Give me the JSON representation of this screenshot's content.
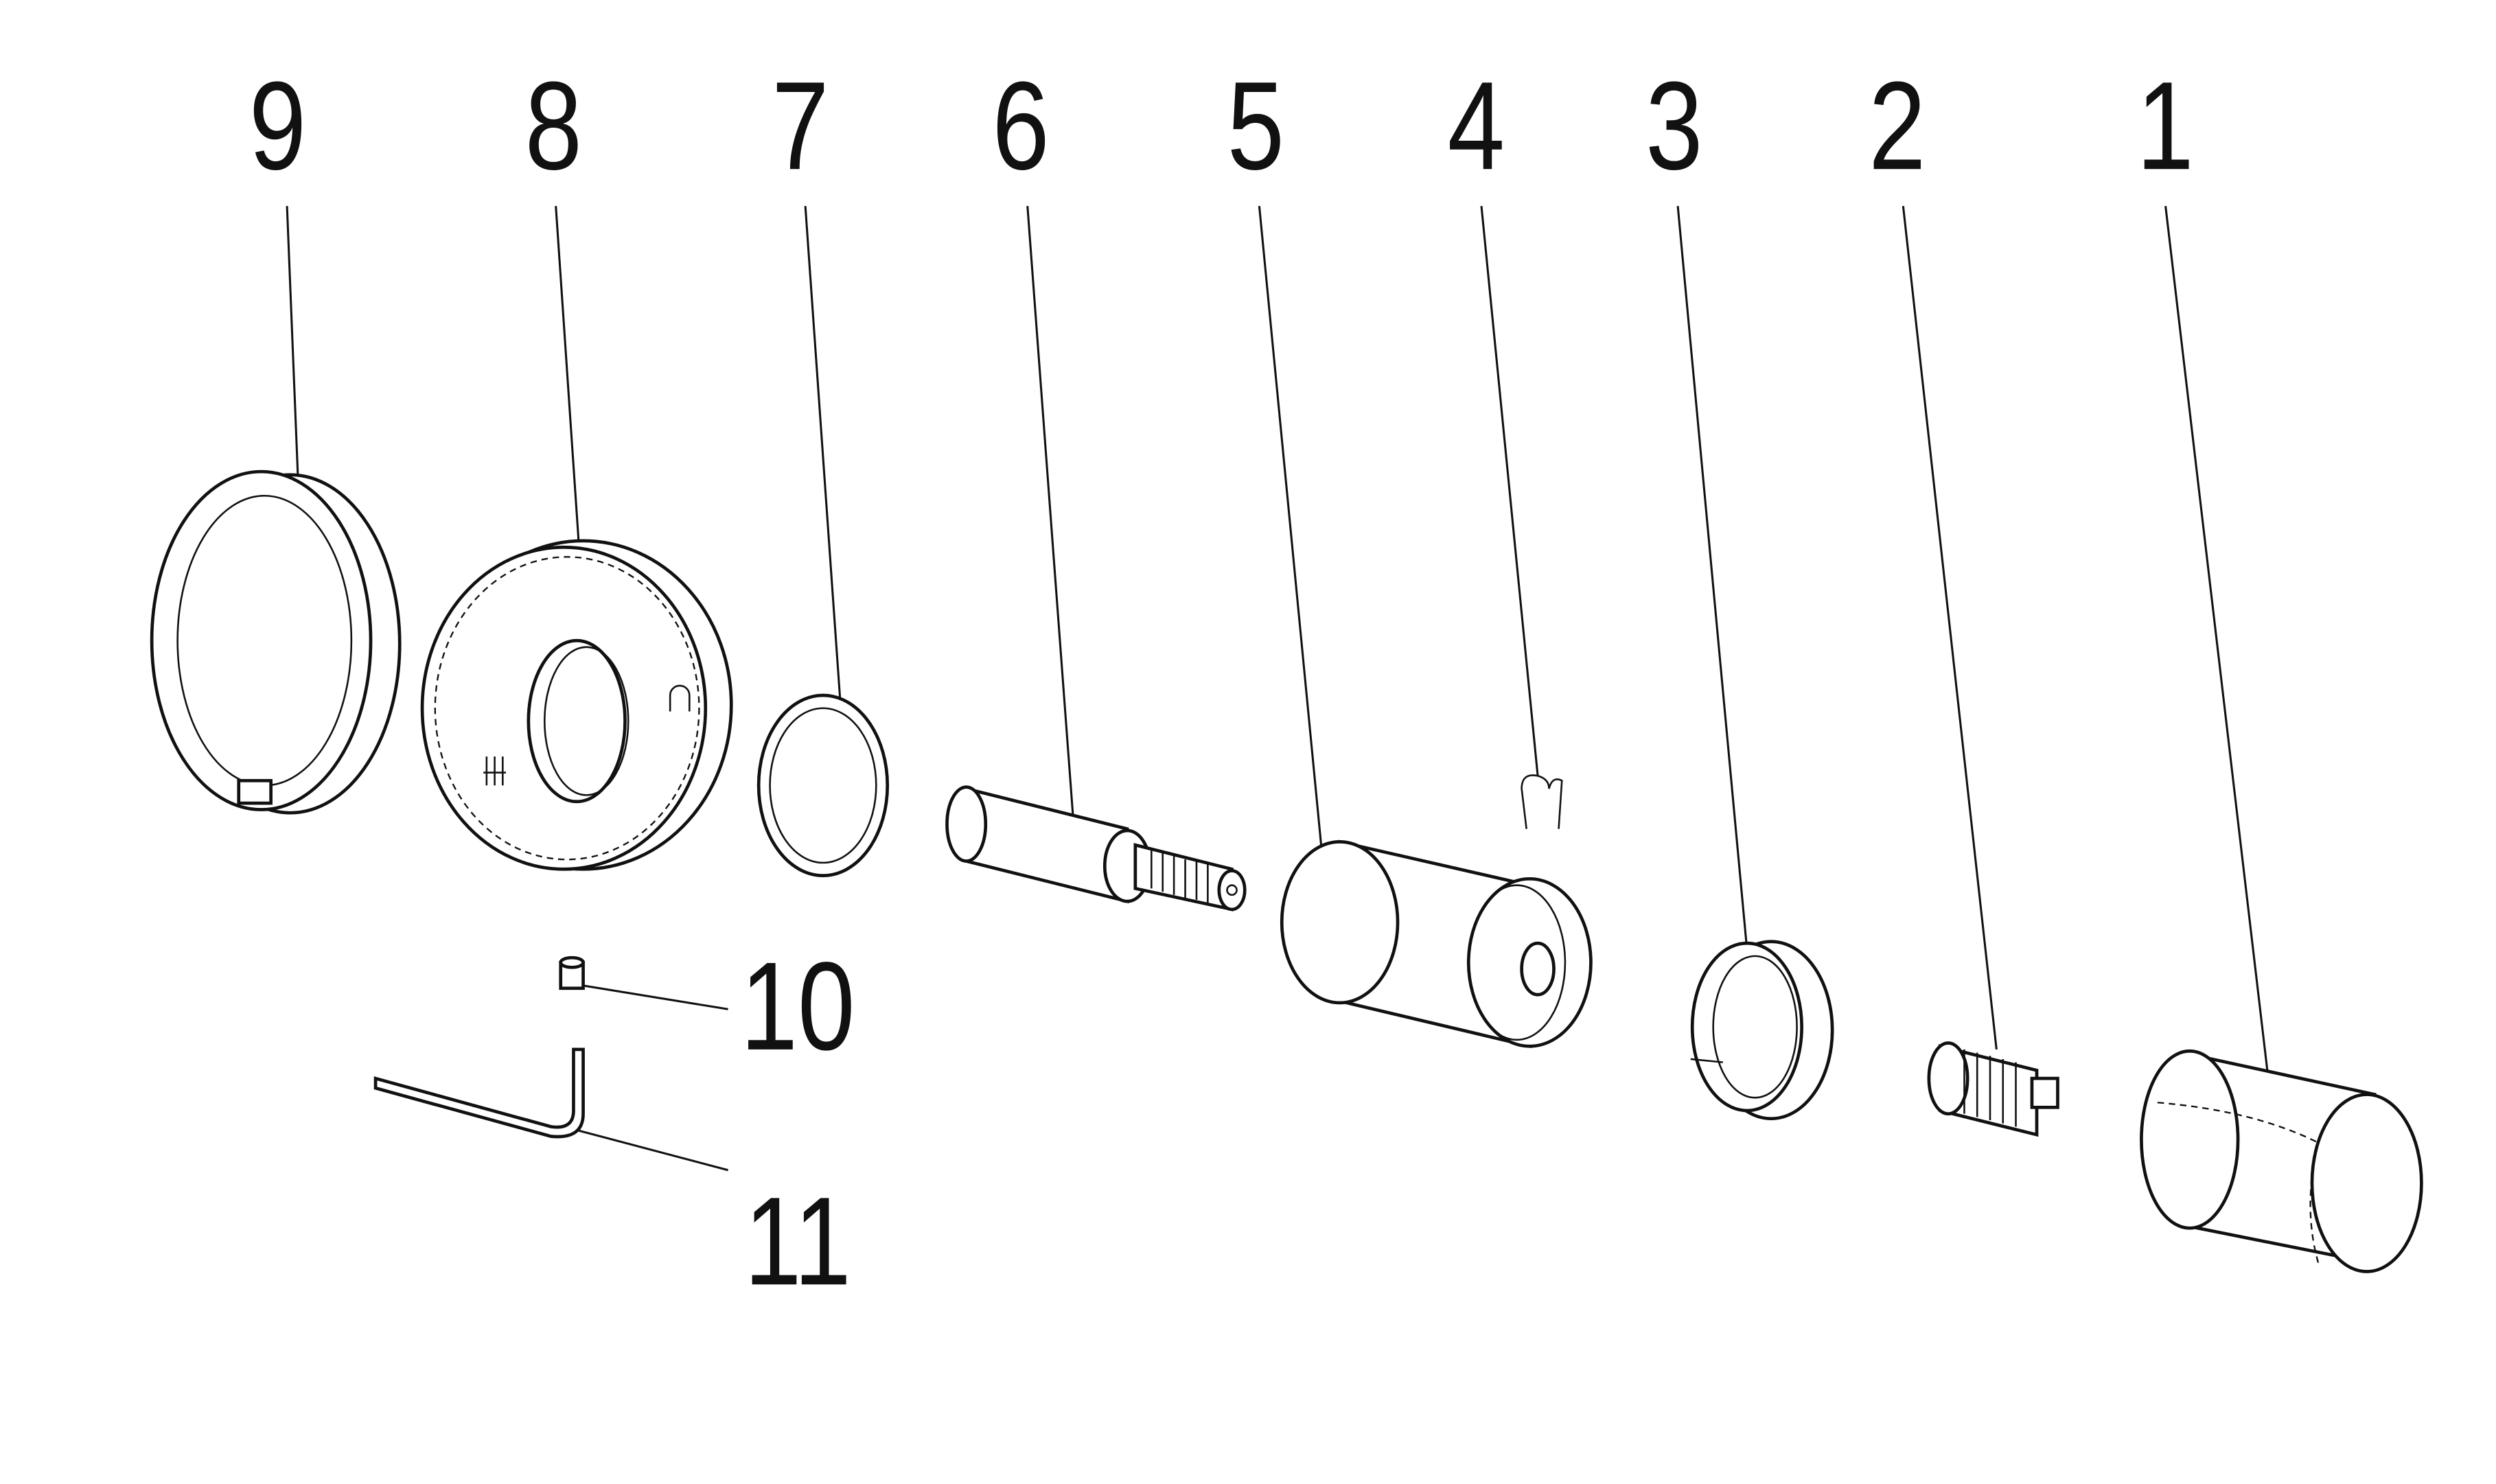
{
  "diagram": {
    "type": "exploded-parts-view",
    "callouts": [
      {
        "id": "1",
        "label": "1"
      },
      {
        "id": "2",
        "label": "2"
      },
      {
        "id": "3",
        "label": "3"
      },
      {
        "id": "4",
        "label": "4"
      },
      {
        "id": "5",
        "label": "5"
      },
      {
        "id": "6",
        "label": "6"
      },
      {
        "id": "7",
        "label": "7"
      },
      {
        "id": "8",
        "label": "8"
      },
      {
        "id": "9",
        "label": "9"
      },
      {
        "id": "10",
        "label": "10"
      },
      {
        "id": "11",
        "label": "11"
      }
    ],
    "colors": {
      "line": "#111111",
      "background": "#ffffff"
    }
  }
}
